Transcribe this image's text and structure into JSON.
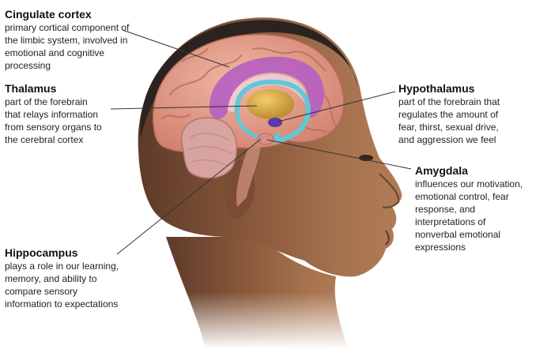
{
  "colors": {
    "background": "#ffffff",
    "skin": "#a26f4c",
    "skin_shadow": "#6f4630",
    "hair": "#2b2320",
    "brain": "#e5a290",
    "cingulate": "#b55fc1",
    "thalamus": "#d8a63c",
    "hippocampus": "#5ec9d8",
    "hypothalamus": "#5a3aa6",
    "amygdala": "#d88e86",
    "cerebellum": "#d7a4a0",
    "leader_line": "#333333"
  },
  "labels": {
    "cingulate": {
      "title": "Cingulate cortex",
      "description": "primary cortical component of\nthe limbic system, involved in\nemotional and cognitive\nprocessing"
    },
    "thalamus": {
      "title": "Thalamus",
      "description": "part of the forebrain\nthat relays information\nfrom sensory organs to\nthe cerebral cortex"
    },
    "hypothalamus": {
      "title": "Hypothalamus",
      "description": "part of the forebrain that\nregulates the amount of\nfear, thirst, sexual drive,\nand aggression we feel"
    },
    "amygdala": {
      "title": "Amygdala",
      "description": "influences our motivation,\nemotional control, fear\nresponse, and\ninterpretations of\nnonverbal emotional\nexpressions"
    },
    "hippocampus": {
      "title": "Hippocampus",
      "description": "plays a role in our learning,\nmemory, and ability to\ncompare sensory\ninformation to expectations"
    }
  }
}
